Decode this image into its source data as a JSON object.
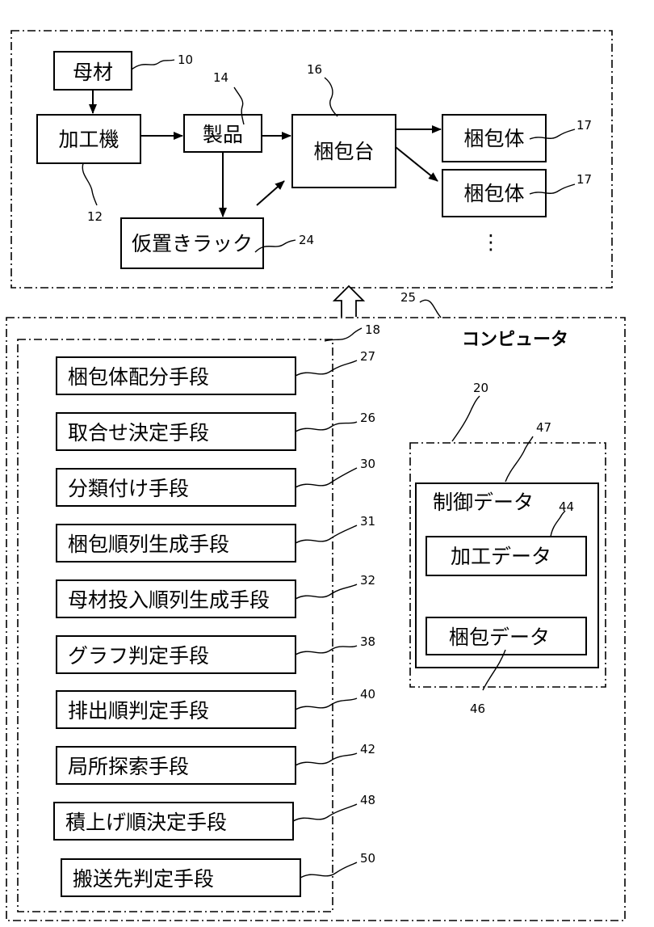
{
  "process": {
    "base_material": "母材",
    "processing_machine": "加工機",
    "product": "製品",
    "packing_table": "梱包台",
    "package_1": "梱包体",
    "package_2": "梱包体",
    "temp_rack": "仮置きラック",
    "ellipsis": "⋮",
    "refs": {
      "base_material": "10",
      "processing_machine": "12",
      "product": "14",
      "packing_table": "16",
      "package_1": "17",
      "package_2": "17",
      "temp_rack": "24"
    }
  },
  "computer": {
    "title": "コンピュータ",
    "ref": "25",
    "means_group_ref": "18",
    "means": [
      {
        "label": "梱包体配分手段",
        "ref": "27"
      },
      {
        "label": "取合せ決定手段",
        "ref": "26"
      },
      {
        "label": "分類付け手段",
        "ref": "30"
      },
      {
        "label": "梱包順列生成手段",
        "ref": "31"
      },
      {
        "label": "母材投入順列生成手段",
        "ref": "32"
      },
      {
        "label": "グラフ判定手段",
        "ref": "38"
      },
      {
        "label": "排出順判定手段",
        "ref": "40"
      },
      {
        "label": "局所探索手段",
        "ref": "42"
      },
      {
        "label": "積上げ順決定手段",
        "ref": "48"
      },
      {
        "label": "搬送先判定手段",
        "ref": "50"
      }
    ],
    "storage": {
      "ref": "20",
      "control_data": "制御データ",
      "control_data_ref": "47",
      "processing_data": "加工データ",
      "processing_data_ref": "44",
      "packing_data": "梱包データ",
      "packing_data_ref": "46"
    }
  }
}
